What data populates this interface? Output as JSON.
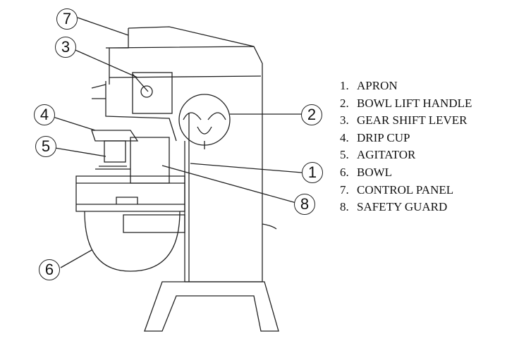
{
  "legend": [
    {
      "num": "1.",
      "label": "APRON"
    },
    {
      "num": "2.",
      "label": "BOWL LIFT HANDLE"
    },
    {
      "num": "3.",
      "label": "GEAR SHIFT LEVER"
    },
    {
      "num": "4.",
      "label": "DRIP CUP"
    },
    {
      "num": "5.",
      "label": "AGITATOR"
    },
    {
      "num": "6.",
      "label": "BOWL"
    },
    {
      "num": "7.",
      "label": "CONTROL PANEL"
    },
    {
      "num": "8.",
      "label": "SAFETY GUARD"
    }
  ],
  "callouts": {
    "c1": "1",
    "c2": "2",
    "c3": "3",
    "c4": "4",
    "c5": "5",
    "c6": "6",
    "c7": "7",
    "c8": "8"
  }
}
